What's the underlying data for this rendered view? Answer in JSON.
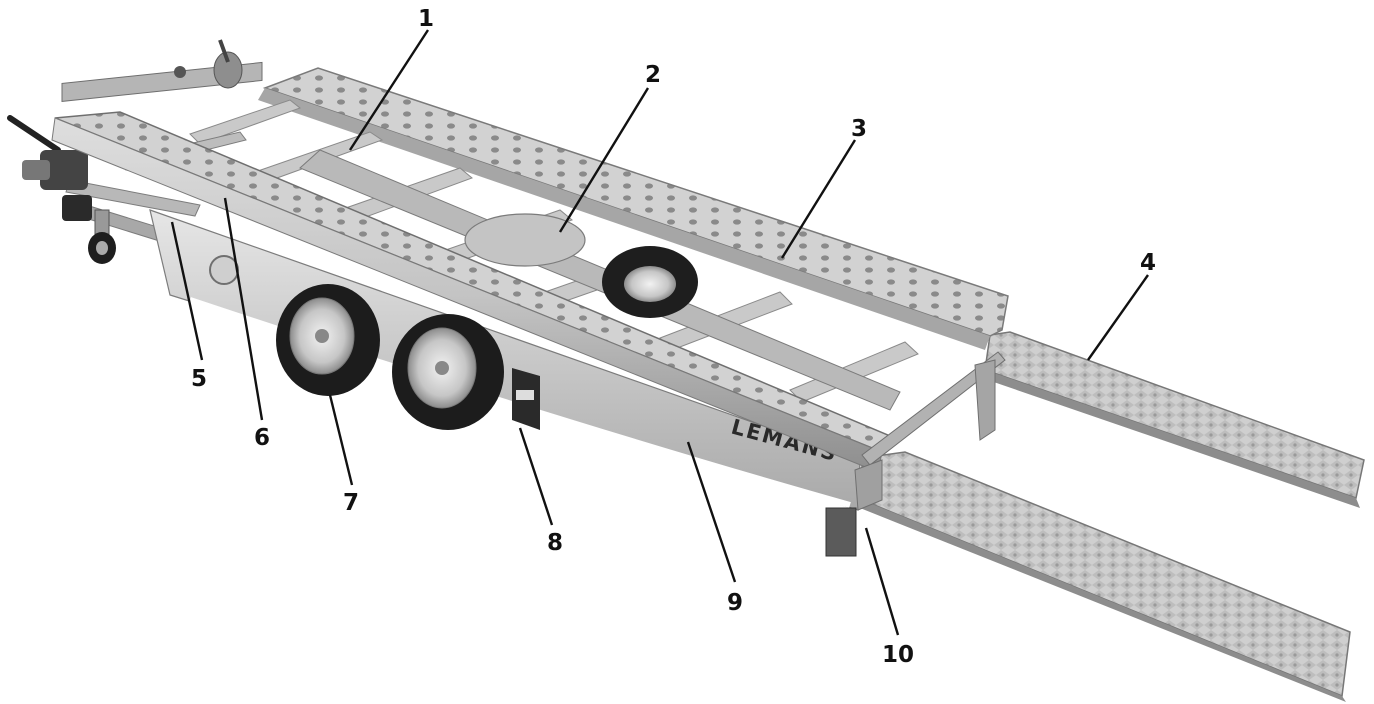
{
  "figure": {
    "brand_text": "LEMANS",
    "callouts": [
      {
        "id": "1",
        "label": "1"
      },
      {
        "id": "2",
        "label": "2"
      },
      {
        "id": "3",
        "label": "3"
      },
      {
        "id": "4",
        "label": "4"
      },
      {
        "id": "5",
        "label": "5"
      },
      {
        "id": "6",
        "label": "6"
      },
      {
        "id": "7",
        "label": "7"
      },
      {
        "id": "8",
        "label": "8"
      },
      {
        "id": "9",
        "label": "9"
      },
      {
        "id": "10",
        "label": "10"
      }
    ]
  },
  "colors": {
    "metal_light": "#d9d9d9",
    "metal_mid": "#b5b5b5",
    "metal_dark": "#7c7c7c",
    "tire": "#1e1e1e",
    "label": "#111111"
  }
}
